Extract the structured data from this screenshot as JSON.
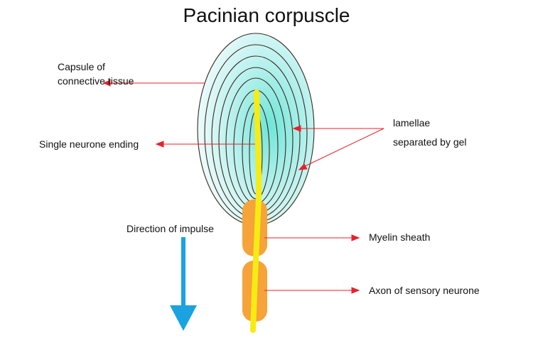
{
  "title": "Pacinian corpuscle",
  "labels": {
    "capsule_line1": "Capsule of",
    "capsule_line2": "connective tissue",
    "neurone_ending": "Single neurone ending",
    "lamellae_line1": "lamellae",
    "lamellae_line2": "separated by gel",
    "direction": "Direction of impulse",
    "myelin": "Myelin sheath",
    "axon": "Axon of sensory neurone"
  },
  "colors": {
    "arrow": "#e8212b",
    "lamella_fill_outer": "#e8fbfb",
    "lamella_fill_inner": "#7fe8dc",
    "lamella_stroke": "#3a2a1a",
    "nerve": "#f6ec12",
    "myelin": "#f6a33a",
    "impulse_arrow": "#1aa3e0"
  }
}
